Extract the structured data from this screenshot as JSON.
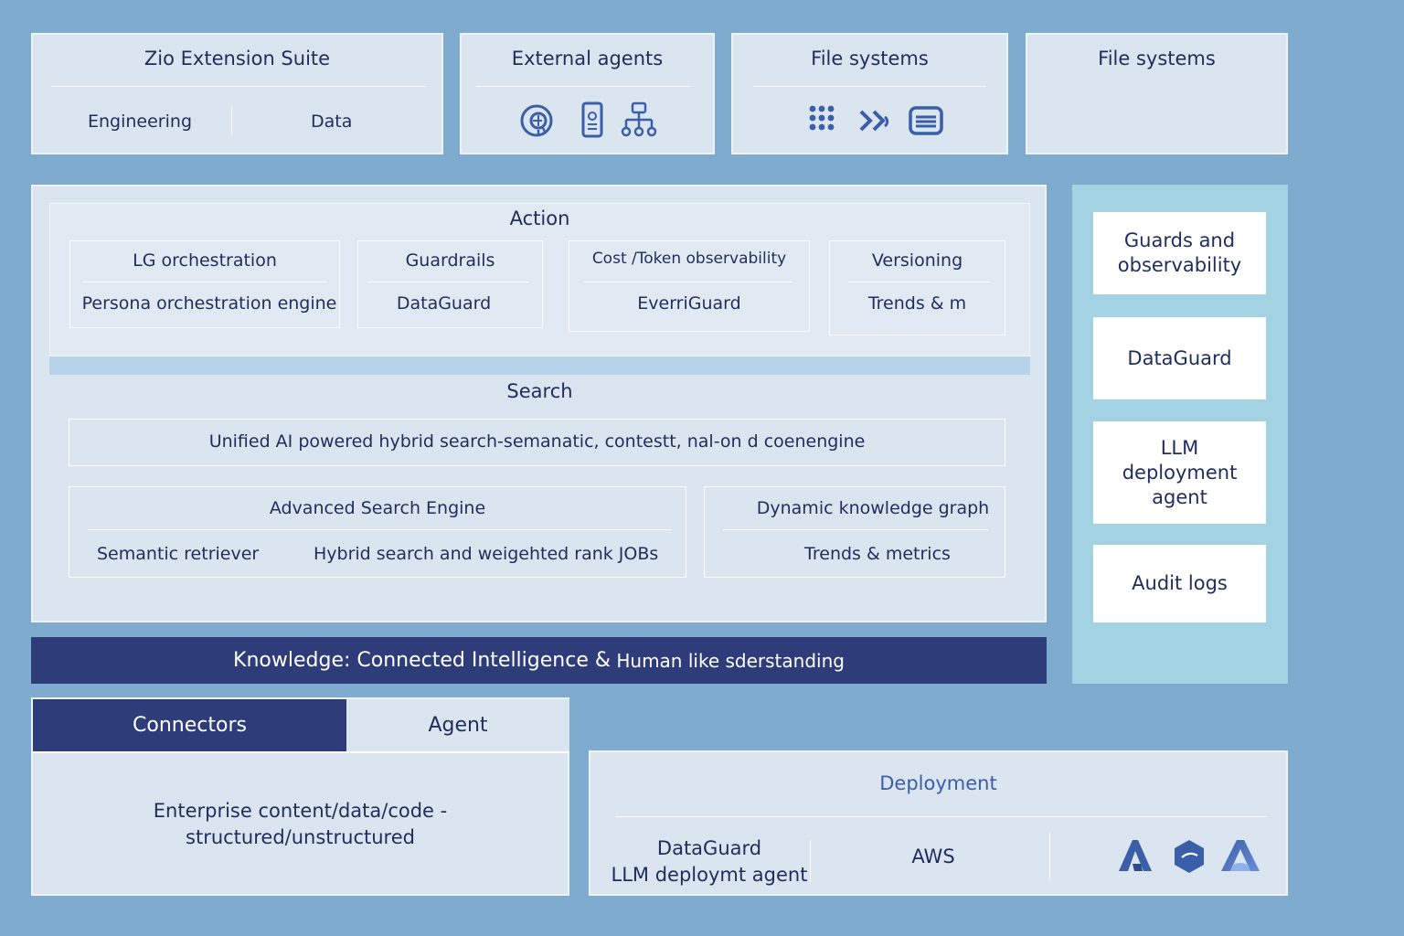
{
  "top": {
    "suite": {
      "title": "Zio Extension Suite",
      "items": [
        "Engineering",
        "Data"
      ]
    },
    "external_agents": {
      "title": "External agents",
      "icons": [
        "brain-chip-icon",
        "phone-document-icon",
        "org-network-icon"
      ]
    },
    "file_systems_1": {
      "title": "File systems",
      "icons": [
        "dot-grid-icon",
        "double-chevron-icon",
        "stacked-card-icon"
      ]
    },
    "file_systems_2": {
      "title": "File systems"
    }
  },
  "action": {
    "title": "Action",
    "groups": [
      {
        "top": "LG orchestration",
        "bottom": "Persona orchestration engine"
      },
      {
        "top": "Guardrails",
        "bottom": "DataGuard"
      },
      {
        "top": "Cost /Token observability",
        "bottom": "EverriGuard"
      },
      {
        "top": "Versioning",
        "bottom": "Trends & m"
      }
    ]
  },
  "search": {
    "title": "Search",
    "unified": "Unified AI powered hybrid search-semanatic, contestt, nal-on d coenengine",
    "advanced": {
      "title": "Advanced Search Engine",
      "left": "Semantic retriever",
      "right": "Hybrid search and weigehted rank  JOBs"
    },
    "graph": {
      "title": "Dynamic knowledge graph",
      "bottom": "Trends & metrics"
    }
  },
  "knowledge": {
    "bold": "Knowledge: Connected Intelligence &",
    "rest": " Human like sderstanding"
  },
  "sidebar": {
    "items": [
      "Guards and observability",
      "DataGuard",
      "LLM deployment agent",
      "Audit logs"
    ]
  },
  "connectors": {
    "tabs": [
      "Connectors",
      "Agent"
    ],
    "line1": "Enterprise content/data/code -",
    "line2": "structured/unstructured"
  },
  "deployment": {
    "title": "Deployment",
    "col1_line1": "DataGuard",
    "col1_line2": "LLM deploymt agent",
    "col2": "AWS",
    "icons": [
      "a-logo-icon",
      "hexagon-logo-icon",
      "a-gradient-logo-icon"
    ]
  },
  "colors": {
    "background": "#7fabcf",
    "panel": "#dbe5f0",
    "navy": "#2e3c7a",
    "sidebar": "#a3d3e3",
    "text": "#1f2d5c",
    "icon": "#3a5ea8"
  }
}
